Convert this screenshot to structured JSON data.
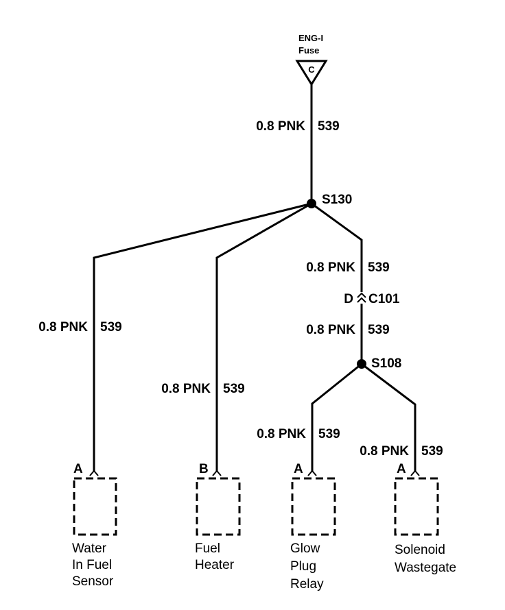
{
  "fuse": {
    "name_line1": "ENG-I",
    "name_line2": "Fuse",
    "terminal": "C"
  },
  "wire": {
    "size_color": "0.8 PNK",
    "circuit": "539"
  },
  "splices": {
    "main": "S130",
    "secondary": "S108"
  },
  "connector": {
    "pin": "D",
    "name": "C101"
  },
  "components": [
    {
      "pin": "A",
      "name_lines": [
        "Water",
        "In Fuel",
        "Sensor"
      ]
    },
    {
      "pin": "B",
      "name_lines": [
        "Fuel",
        "Heater"
      ]
    },
    {
      "pin": "A",
      "name_lines": [
        "Glow",
        "Plug",
        "Relay"
      ]
    },
    {
      "pin": "A",
      "name_lines": [
        "Solenoid",
        "Wastegate"
      ]
    }
  ]
}
